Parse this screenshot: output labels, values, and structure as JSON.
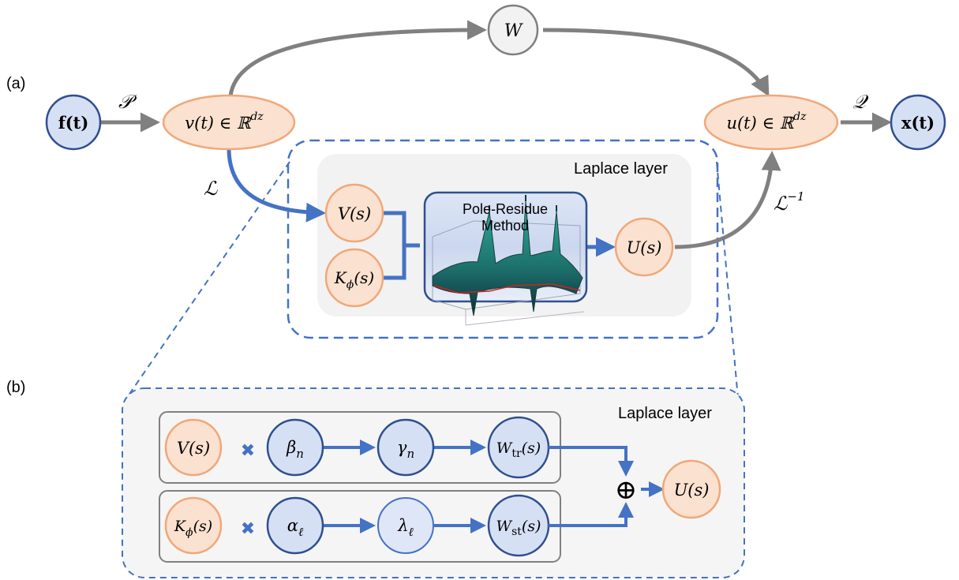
{
  "panel_a": {
    "label": "(a)",
    "nodes": {
      "f": "f(t)",
      "v": "v(t) ∈ ℝ",
      "v_sup": "dz",
      "w": "W",
      "u": "u(t) ∈ ℝ",
      "u_sup": "dz",
      "x": "x(t)"
    },
    "edges": {
      "P": "𝒫",
      "Q": "𝒬",
      "L": "ℒ",
      "Linv": "ℒ",
      "Linv_sup": "−1"
    },
    "laplace_layer": {
      "title": "Laplace layer",
      "V": "V(s)",
      "K": "K",
      "K_sub": "ϕ",
      "K_arg": "(s)",
      "method_line1": "Pole-Residue",
      "method_line2": "Method",
      "U": "U(s)"
    }
  },
  "panel_b": {
    "label": "(b)",
    "title": "Laplace layer",
    "row1": {
      "input": "V(s)",
      "times": "✖",
      "n1": "β",
      "n1_sub": "n",
      "n2": "γ",
      "n2_sub": "n",
      "n3": "W",
      "n3_sub": "tr",
      "n3_arg": "(s)"
    },
    "row2": {
      "input": "K",
      "input_sub": "ϕ",
      "input_arg": "(s)",
      "times": "✖",
      "n1": "α",
      "n1_sub": "ℓ",
      "n2": "λ",
      "n2_sub": "ℓ",
      "n3": "W",
      "n3_sub": "st",
      "n3_arg": "(s)"
    },
    "sum": "⊕",
    "output": "U(s)"
  },
  "colors": {
    "blue_fill": "#d6e0f5",
    "blue_stroke": "#2f4f8f",
    "orange_fill": "#fbe1d0",
    "orange_stroke": "#f0a878",
    "gray_fill": "#f2f2f2",
    "gray_stroke": "#7f7f7f",
    "arrow_blue": "#4472c4",
    "arrow_gray": "#808080"
  }
}
